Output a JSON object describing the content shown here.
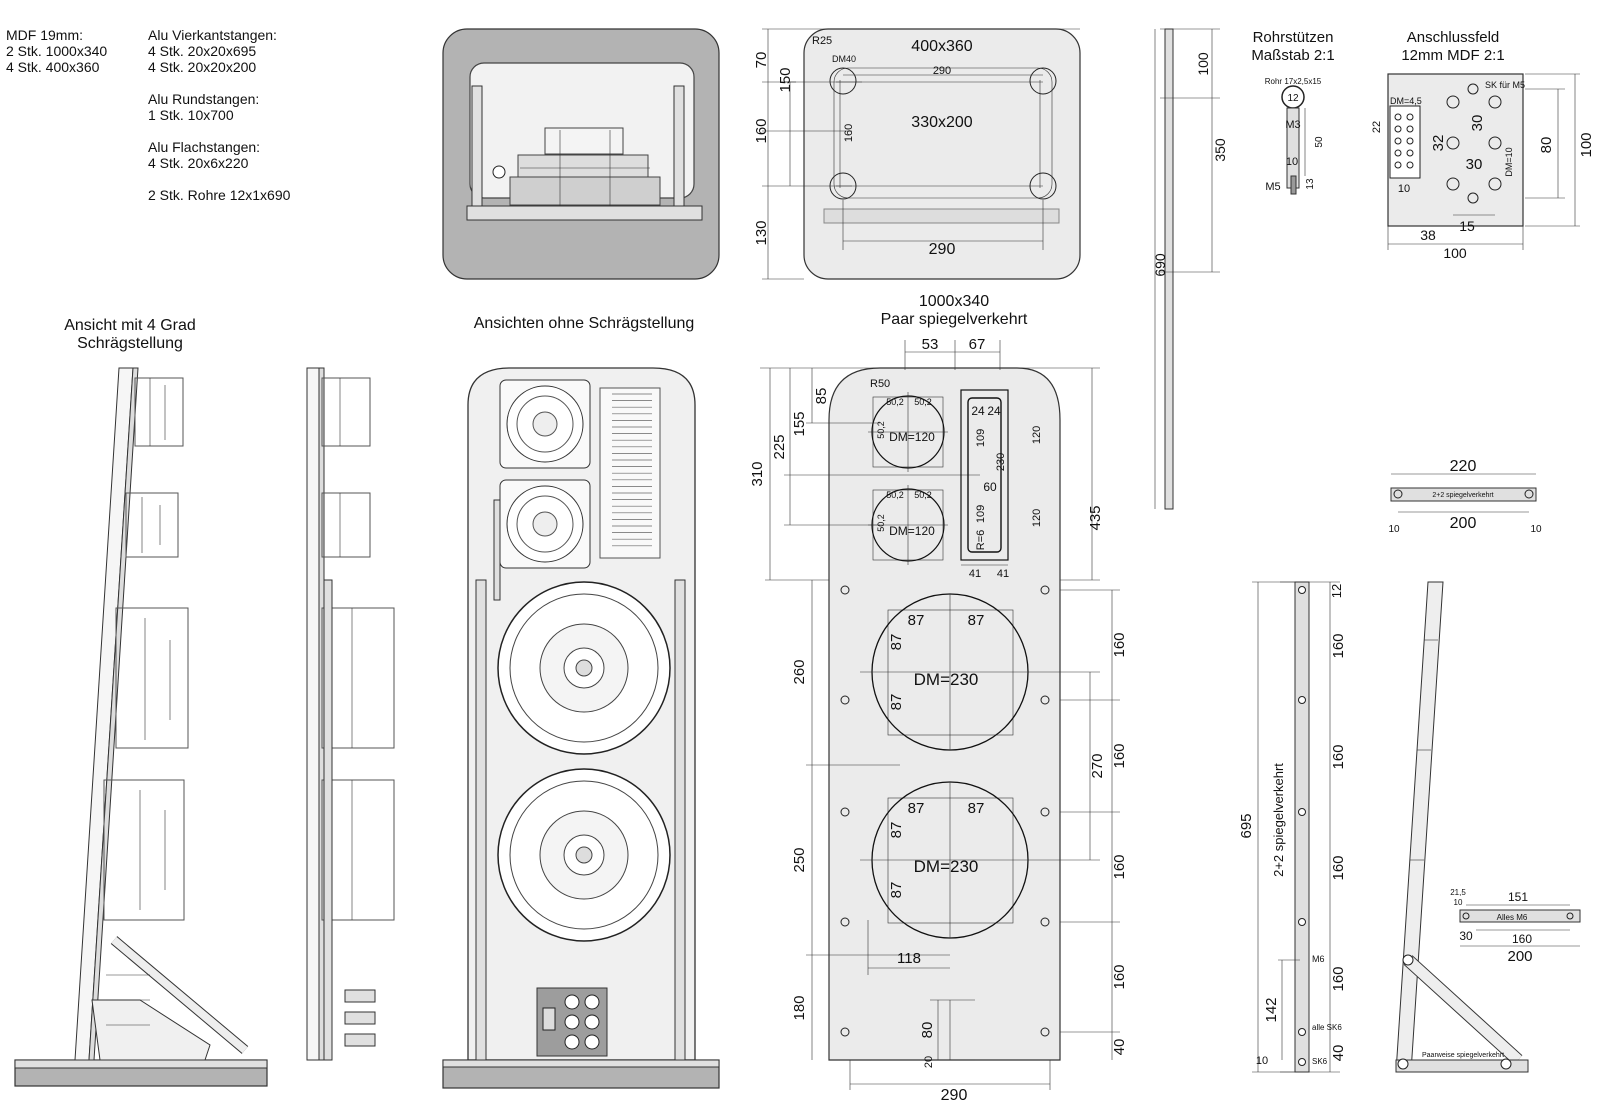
{
  "materials": {
    "col1": [
      "MDF 19mm:",
      "2 Stk. 1000x340",
      "4 Stk. 400x360"
    ],
    "col2": [
      "Alu Vierkantstangen:",
      "4 Stk. 20x20x695",
      "4 Stk. 20x20x200",
      "",
      "Alu Rundstangen:",
      "1 Stk. 10x700",
      "",
      "Alu Flachstangen:",
      "4 Stk. 20x6x220",
      "",
      "2 Stk. Rohre 12x1x690"
    ]
  },
  "views": {
    "side_tilt_title": [
      "Ansicht mit 4 Grad",
      "Schrägstellung"
    ],
    "front_title": "Ansichten ohne Schrägstellung",
    "main_panel_title": [
      "1000x340",
      "Paar spiegelverkehrt"
    ]
  },
  "top_panel": {
    "size_label": "400x360",
    "inner_label": "330x200",
    "r_label": "R25",
    "dm_label": "DM40",
    "w290_top": "290",
    "w290_bottom": "290",
    "v160_inner": "160",
    "dims_left": [
      "70",
      "150",
      "160",
      "130"
    ]
  },
  "pipe_rod": {
    "d100": "100",
    "d350": "350",
    "d690": "690"
  },
  "rohrstutzen": {
    "title": [
      "Rohrstützen",
      "Maßstab 2:1"
    ],
    "note": "Rohr 17x2,5x15",
    "d12": "12",
    "m3": "M3",
    "m5": "M5",
    "d50": "50",
    "d10": "10",
    "d13": "13"
  },
  "anschluss": {
    "title": [
      "Anschlussfeld",
      "12mm MDF 2:1"
    ],
    "sk": "SK für M5",
    "dm45": "DM=4,5",
    "dm10": "DM=10",
    "d22": "22",
    "d32": "32",
    "d30a": "30",
    "d30b": "30",
    "d10": "10",
    "d15": "15",
    "d38": "38",
    "d80": "80",
    "d100h": "100",
    "d100w": "100"
  },
  "flat_bar": {
    "d220": "220",
    "d200": "200",
    "note": "2+2 spiegelverkehrt",
    "d10l": "10",
    "d10r": "10"
  },
  "main_panel": {
    "r50": "R50",
    "top_dims": [
      "53",
      "67"
    ],
    "left_dims": [
      "85",
      "155",
      "225",
      "310"
    ],
    "d435": "435",
    "tweeter_spacing": [
      "50,2",
      "50,2",
      "50,2"
    ],
    "small_dm": "DM=120",
    "slot": [
      "24",
      "24",
      "109",
      "230",
      "60",
      "109",
      "R=6",
      "120",
      "120",
      "41",
      "41"
    ],
    "woofer_dm": "DM=230",
    "woofer_spacing": [
      "87",
      "87",
      "87",
      "87"
    ],
    "right_dims": [
      "160",
      "270",
      "160",
      "160",
      "160",
      "40"
    ],
    "left_vdims": [
      "260",
      "250",
      "180"
    ],
    "d118": "118",
    "d80": "80",
    "d20": "20",
    "d290": "290"
  },
  "vertical_bar": {
    "d695": "695",
    "note": "2+2 spiegelverkehrt",
    "d12": "12",
    "d160": [
      "160",
      "160",
      "160",
      "160"
    ],
    "d40": "40",
    "d142": "142",
    "d10": "10",
    "m6": "M6",
    "sk6a": "alle SK6",
    "sk6b": "SK6"
  },
  "stand": {
    "note": "Paarweise spiegelverkehrt",
    "d215": "21,5",
    "d10": "10",
    "d151": "151",
    "d30": "30",
    "d160": "160",
    "d200": "200",
    "m6": "Alles M6"
  }
}
